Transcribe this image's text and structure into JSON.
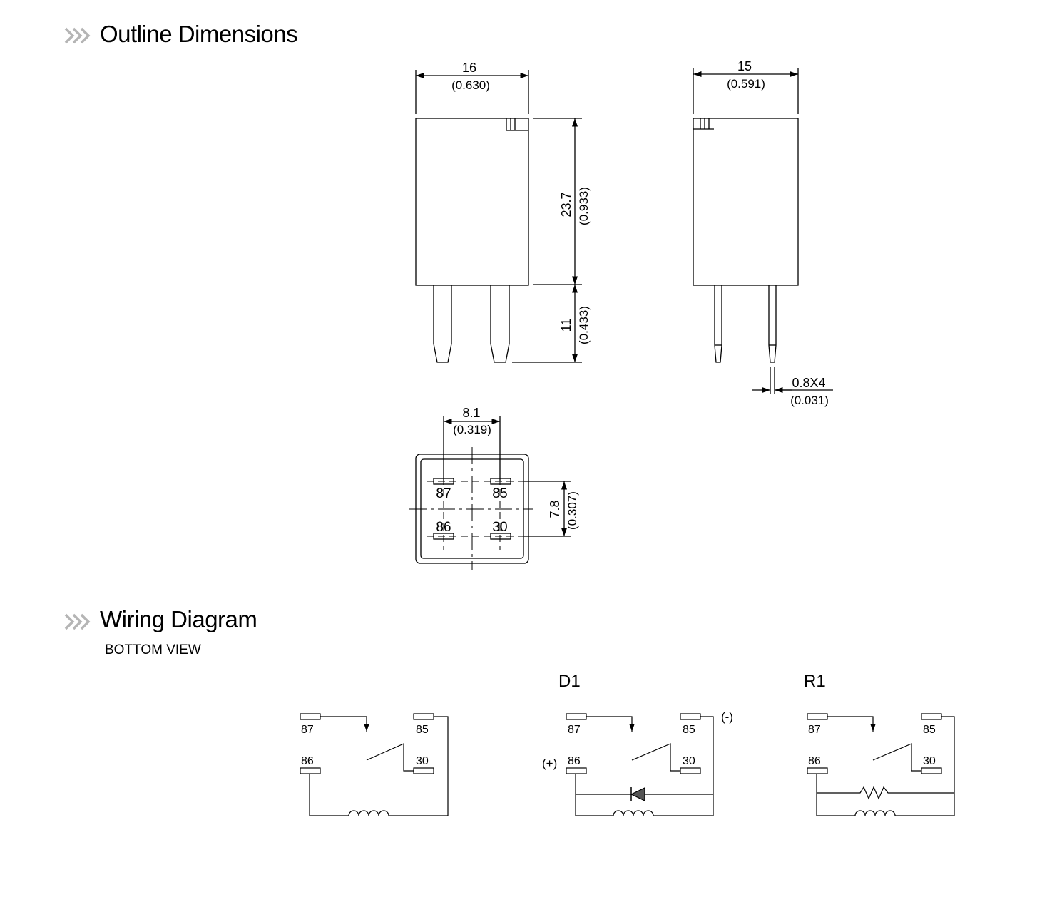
{
  "sections": {
    "outline_title": "Outline Dimensions",
    "wiring_title": "Wiring Diagram",
    "wiring_subtitle": "BOTTOM VIEW"
  },
  "outline": {
    "front_width": "16",
    "front_width_in": "(0.630)",
    "side_width": "15",
    "side_width_in": "(0.591)",
    "body_height": "23.7",
    "body_height_in": "(0.933)",
    "pin_length": "11",
    "pin_length_in": "(0.433)",
    "pin_size": "0.8X4",
    "pin_size_in": "(0.031)",
    "pin_spacing_x": "8.1",
    "pin_spacing_x_in": "(0.319)",
    "pin_spacing_y": "7.8",
    "pin_spacing_y_in": "(0.307)",
    "pins": [
      "87",
      "85",
      "86",
      "30"
    ]
  },
  "wiring": {
    "d1_label": "D1",
    "r1_label": "R1",
    "minus_label": "(-)",
    "plus_label": "(+)",
    "pins": [
      "87",
      "85",
      "86",
      "30"
    ]
  }
}
